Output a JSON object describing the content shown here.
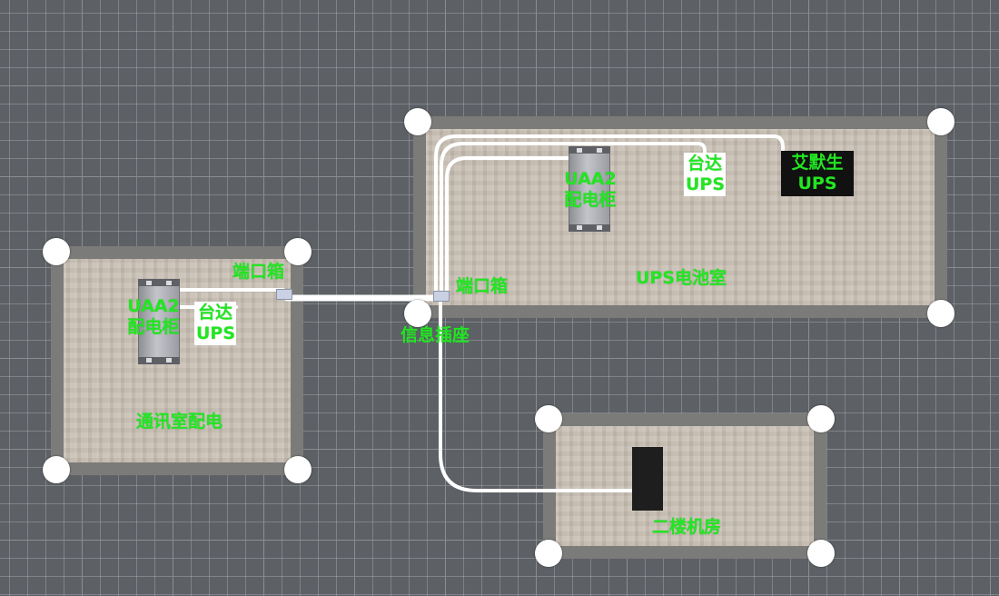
{
  "rooms": {
    "comm": {
      "name": "通讯室配电",
      "cabinet": "UAA2\n配电柜",
      "ups": "台达\nUPS",
      "port_box": "端口箱"
    },
    "ups_room": {
      "name": "UPS电池室",
      "cabinet": "UAA2\n配电柜",
      "ups_delta": "台达\nUPS",
      "ups_emerson": "艾默生\nUPS",
      "port_box": "端口箱"
    },
    "machine": {
      "name": "二楼机房"
    }
  },
  "junction": {
    "label": "信息插座"
  },
  "colors": {
    "label": "#22e622",
    "wall": "#7b7b79",
    "floor": "#c7beb2",
    "cable": "#ffffff",
    "handle": "#ffffff"
  }
}
